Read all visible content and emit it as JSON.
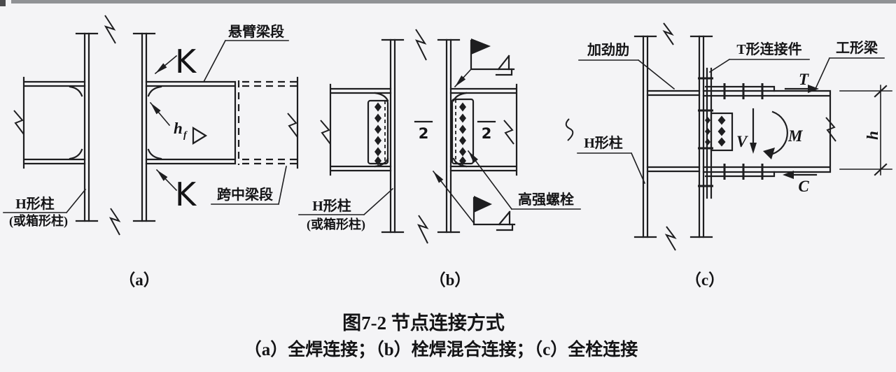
{
  "colors": {
    "background": "#f4f4f6",
    "ink": "#1e1e20",
    "top_strip": "#909295",
    "corner_mark": "#4b4b4d"
  },
  "caption": {
    "title": "图7-2 节点连接方式",
    "subtitle": "（a）全焊连接；（b）栓焊混合连接；（c）全栓连接"
  },
  "panels": {
    "a": {
      "tag": "（a）",
      "cantilever_beam_label": "悬臂梁段",
      "midspan_beam_label": "跨中梁段",
      "column_label_line1": "H形柱",
      "column_label_line2": "(或箱形柱)",
      "groove_weld_symbol": "K",
      "fillet_leg_symbol": "h",
      "fillet_leg_subscript": "f"
    },
    "b": {
      "tag": "（b）",
      "column_label_line1": "H形柱",
      "column_label_line2": "(或箱形柱)",
      "bolt_label": "高强螺栓",
      "weld_pass_count": "2"
    },
    "c": {
      "tag": "（c）",
      "stiffener_label": "加劲肋",
      "t_connector_label": "T形连接件",
      "i_beam_label": "工形梁",
      "column_label": "H形柱",
      "shear_symbol": "V",
      "moment_symbol": "M",
      "tension_symbol": "T",
      "compression_symbol": "C",
      "beam_depth_symbol": "h"
    }
  }
}
